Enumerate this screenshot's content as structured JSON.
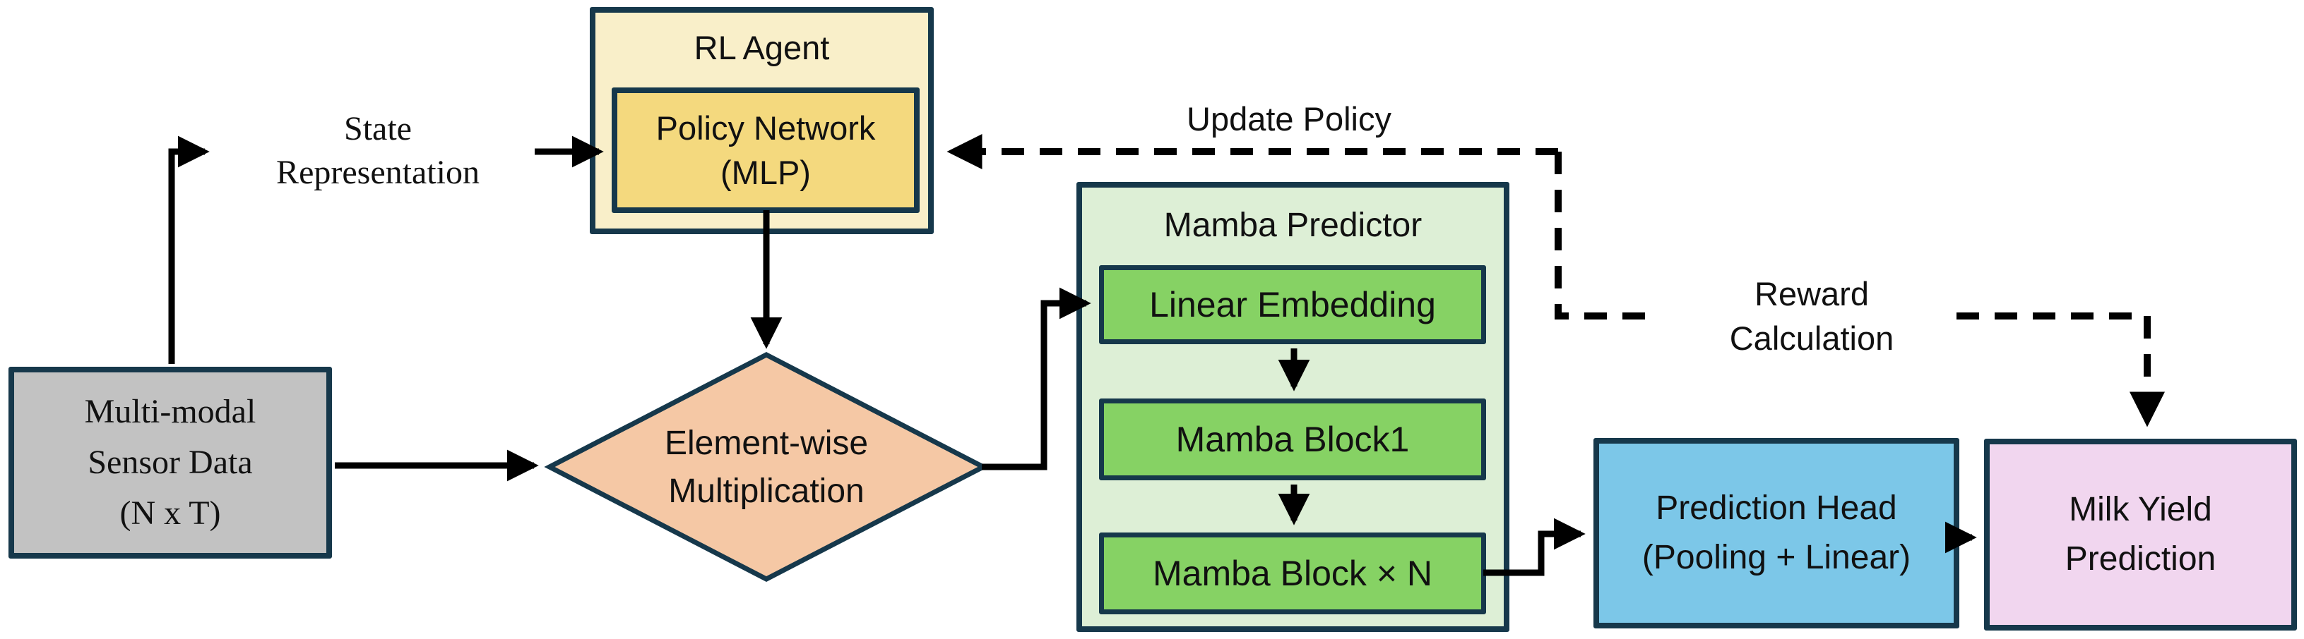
{
  "diagram": {
    "nodes": {
      "sensor": {
        "label": "Multi-modal\nSensor Data\n(N x T)"
      },
      "rl_agent": {
        "title": "RL Agent"
      },
      "policy_network": {
        "label": "Policy Network\n(MLP)"
      },
      "elementwise_multiply": {
        "label": "Element-wise\nMultiplication"
      },
      "mamba_predictor": {
        "title": "Mamba Predictor"
      },
      "linear_embedding": {
        "label": "Linear Embedding"
      },
      "mamba_block1": {
        "label": "Mamba Block1"
      },
      "mamba_block_n": {
        "label": "Mamba Block × N"
      },
      "prediction_head": {
        "label": "Prediction Head\n(Pooling + Linear)"
      },
      "milk_yield": {
        "label": "Milk Yield\nPrediction"
      }
    },
    "edge_labels": {
      "state_representation": "State\nRepresentation",
      "update_policy": "Update Policy",
      "reward_calculation": "Reward\nCalculation"
    },
    "colors": {
      "outline": "#16384b",
      "arrow": "#000000",
      "sensor_fill": "#c2c2c2",
      "rl_agent_fill": "#f9efc9",
      "policy_fill": "#f4d97e",
      "multiply_fill": "#f5c8a5",
      "mamba_fill": "#ddefd6",
      "mamba_inner_fill": "#86d264",
      "prediction_head_fill": "#7cc7e8",
      "milk_yield_fill": "#f1d6ef"
    }
  }
}
